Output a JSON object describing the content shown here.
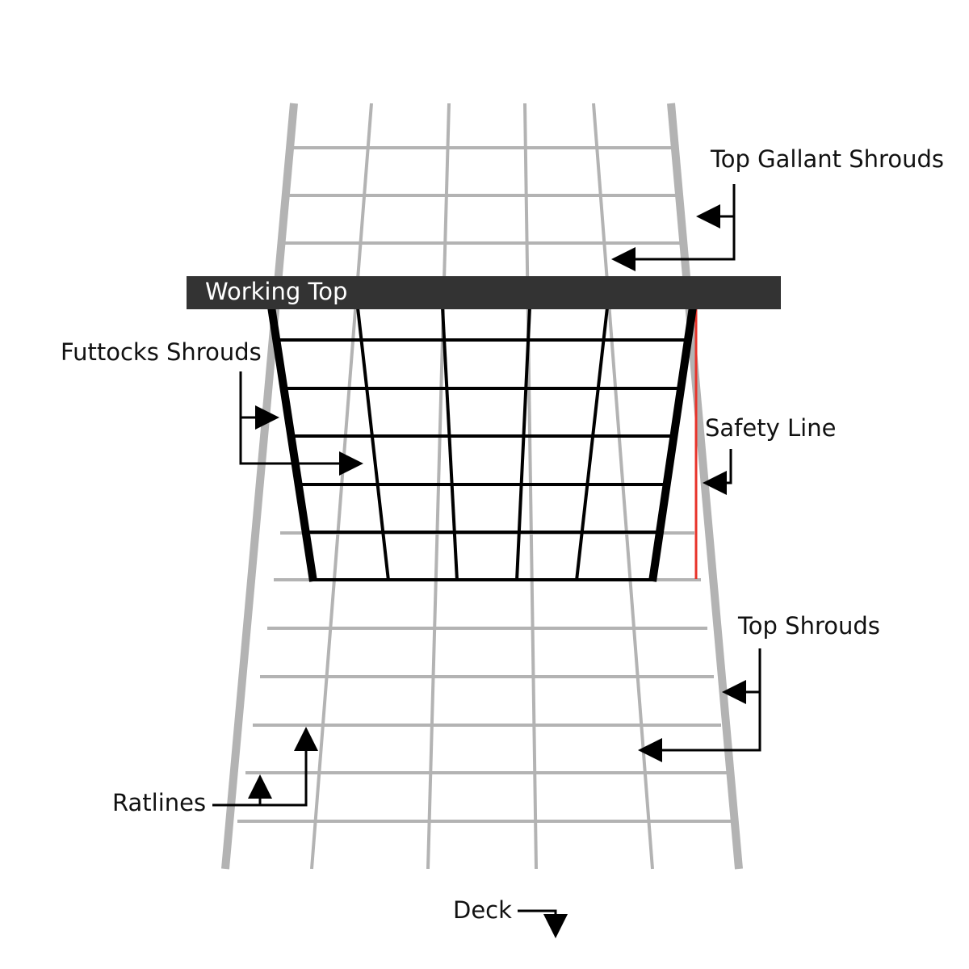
{
  "labels": {
    "top_gallant_shrouds": "Top Gallant Shrouds",
    "working_top": "Working Top",
    "futtocks_shrouds": "Futtocks Shrouds",
    "safety_line": "Safety Line",
    "top_shrouds": "Top Shrouds",
    "ratlines": "Ratlines",
    "deck": "Deck"
  },
  "colors": {
    "background": "#ffffff",
    "shroud_gray": "#b3b3b3",
    "futtock_black": "#000000",
    "working_top_bar": "#333333",
    "safety_line": "#e8332a",
    "text": "#111111"
  }
}
